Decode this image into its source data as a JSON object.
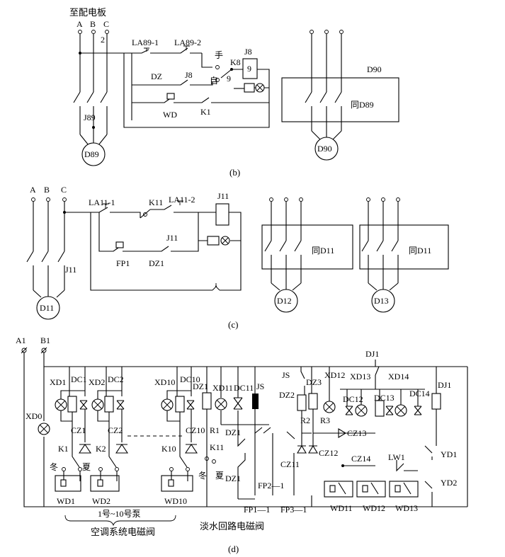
{
  "panel_b": {
    "title": "至配电板",
    "phases": [
      "A",
      "B",
      "C"
    ],
    "num_2": "2",
    "la89_1": "LA89-1",
    "la89_2": "LA89-2",
    "shou": "手",
    "zi": "自",
    "k8": "K8",
    "j8_top": "J8",
    "j8_coil_num": "9",
    "num_9": "9",
    "dz": "DZ",
    "j8_contact": "J8",
    "wd": "WD",
    "k1": "K1",
    "j89": "J89",
    "motor_d89": "D89",
    "d90_label": "D90",
    "same_as": "同D89",
    "motor_d90": "D90",
    "caption": "(b)"
  },
  "panel_c": {
    "phases": [
      "A",
      "B",
      "C"
    ],
    "la11_1": "LA11-1",
    "k11": "K11",
    "la11_2": "LA11-2",
    "j11_coil": "J11",
    "j11_contact": "J11",
    "fp1": "FP1",
    "dz1": "DZ1",
    "j11_main": "J11",
    "motor_d11": "D11",
    "same_d11": "同D11",
    "motor_d12": "D12",
    "same_d11b": "同D11",
    "motor_d13": "D13",
    "caption": "(c)"
  },
  "panel_d": {
    "a1": "A1",
    "b1": "B1",
    "xd0": "XD0",
    "xd1": "XD1",
    "dc1": "DC1",
    "xd2": "XD2",
    "dc2": "DC2",
    "cz1": "CZ1",
    "cz2": "CZ2",
    "k1": "K1",
    "k2": "K2",
    "winter": "冬",
    "summer": "夏",
    "wd1": "WD1",
    "wd2": "WD2",
    "xd10": "XD10",
    "dc10": "DC10",
    "cz10": "CZ10",
    "k10": "K10",
    "wd10": "WD10",
    "dz1": "DZ1",
    "xd11": "XD11",
    "dc11": "DC11",
    "js": "JS",
    "r1": "R1",
    "k11": "K11",
    "dz1_contact": "DZ1",
    "dz1_low": "DZ1",
    "winter2": "冬",
    "summer2": "夏",
    "fp2": "FP2—1",
    "cz11": "CZ11",
    "fp1": "FP1—1",
    "fp3": "FP3—1",
    "js2": "JS",
    "dz2": "DZ2",
    "dz3": "DZ3",
    "xd12": "XD12",
    "r2": "R2",
    "r3": "R3",
    "xd13": "XD13",
    "dc12": "DC12",
    "dc13": "DC13",
    "xd14": "XD14",
    "dc14": "DC14",
    "dj1": "DJ1",
    "dj1b": "DJ1",
    "cz13": "CZ13",
    "cz12": "CZ12",
    "cz14": "CZ14",
    "lw1": "LW1",
    "yd1": "YD1",
    "yd2": "YD2",
    "wd11": "WD11",
    "wd12": "WD12",
    "wd13": "WD13",
    "pumps": "1号~10号泵",
    "ac_valve": "空调系统电磁阀",
    "fw_valve": "淡水回路电磁阀",
    "caption": "(d)"
  }
}
